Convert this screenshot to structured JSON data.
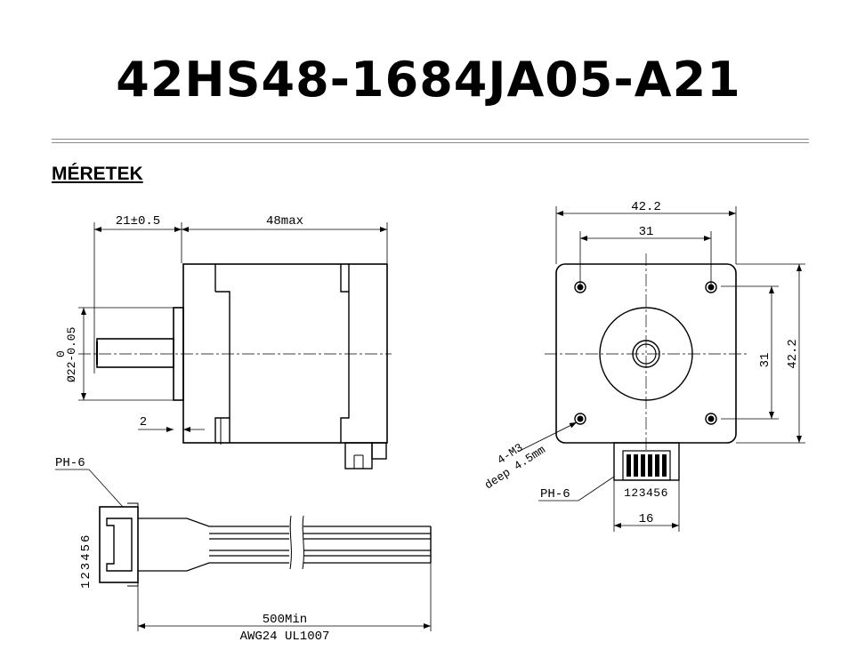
{
  "title": "42HS48-1684JA05-A21",
  "section_heading": "MÉRETEK",
  "side_view": {
    "shaft_length": "21±0.5",
    "body_length": "48max",
    "shaft_diameter": "Ø22-0.05",
    "shaft_tolerance_upper": "0",
    "flange_thickness": "2"
  },
  "front_view": {
    "outer_width": "42.2",
    "hole_spacing_h": "31",
    "hole_spacing_v": "31",
    "outer_height": "42.2",
    "mount_holes": "4-M3",
    "hole_depth": "deep 4.5mm",
    "connector_label": "PH-6",
    "pin_numbers": "123456",
    "connector_width": "16"
  },
  "cable_view": {
    "connector_label": "PH-6",
    "pin_numbers": "123456",
    "cable_length": "500Min",
    "wire_spec": "AWG24 UL1007"
  }
}
